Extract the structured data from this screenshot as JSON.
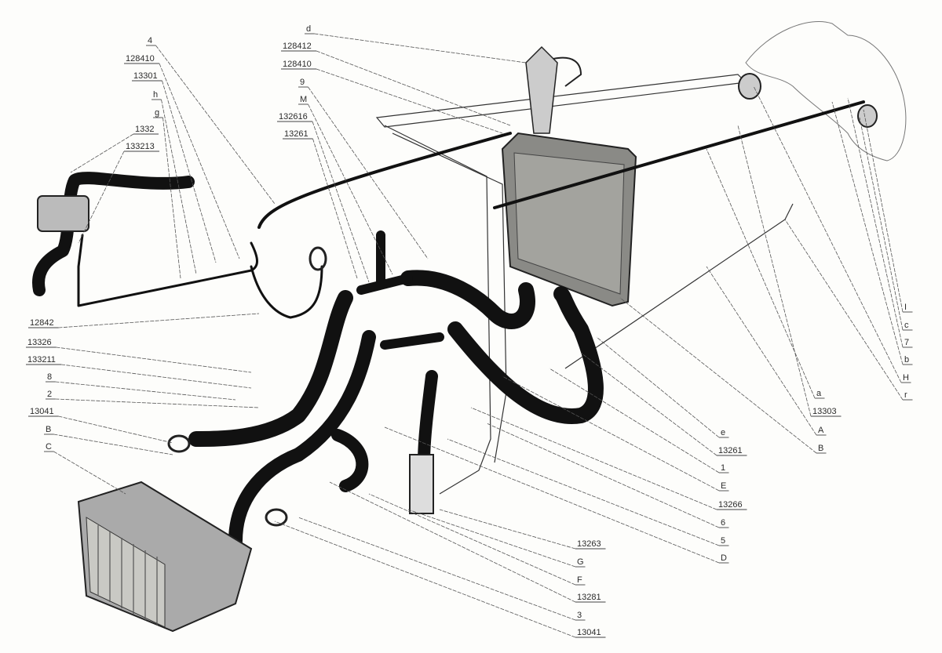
{
  "diagram": {
    "kind": "exploded parts diagram - heating / water hose system",
    "callouts": [
      "4",
      "128410",
      "13301",
      "h",
      "g",
      "1332",
      "133213",
      "d",
      "128412",
      "128410",
      "9",
      "M",
      "132616",
      "13261",
      "12842",
      "13326",
      "133211",
      "8",
      "2",
      "13041",
      "B",
      "C",
      "I",
      "c",
      "7",
      "b",
      "H",
      "r",
      "a",
      "13303",
      "A",
      "B",
      "e",
      "13261",
      "1",
      "E",
      "13266",
      "6",
      "5",
      "D",
      "13263",
      "G",
      "F",
      "13281",
      "3",
      "13041"
    ]
  }
}
